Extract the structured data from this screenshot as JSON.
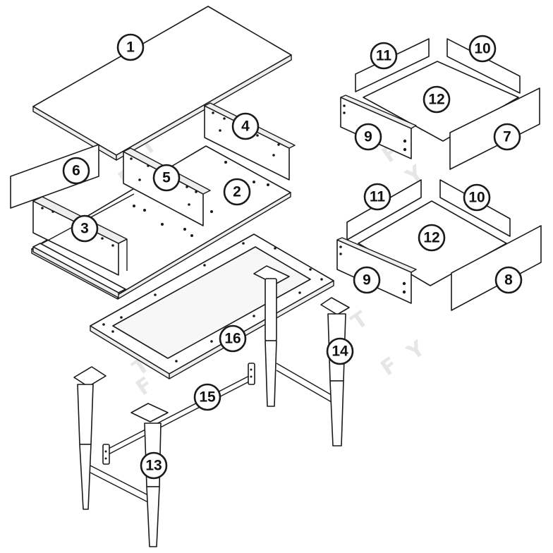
{
  "diagram": {
    "watermark": "BTFY",
    "callouts": [
      "1",
      "2",
      "3",
      "4",
      "5",
      "6",
      "7",
      "8",
      "9",
      "10",
      "11",
      "12",
      "13",
      "14",
      "15",
      "16",
      "9",
      "10",
      "11",
      "12"
    ]
  },
  "colors": {
    "line": "#1a1a1a",
    "panel": "#ffffff",
    "edge": "#eeeeee",
    "watermark": "#e6e6e6"
  }
}
